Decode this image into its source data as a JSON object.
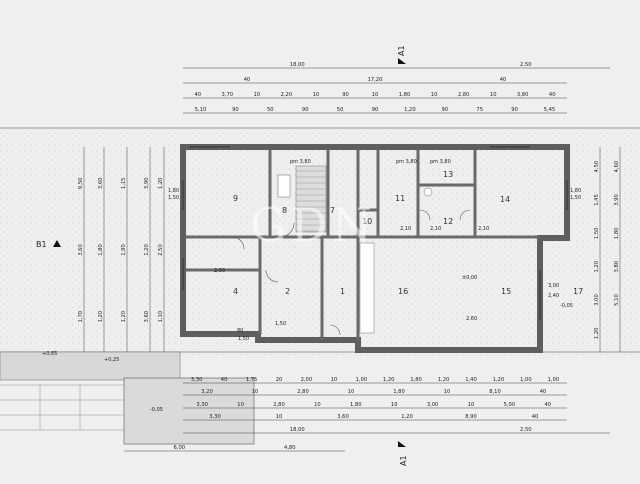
{
  "plan": {
    "watermark": "GDN",
    "sections": {
      "top": "A1",
      "bottom": "A1",
      "left": "B1"
    },
    "rooms": {
      "r9": "9",
      "r8": "8",
      "r7": "7",
      "r10": "10",
      "r11": "11",
      "r12": "12",
      "r13": "13",
      "r14": "14",
      "r4": "4",
      "r2": "2",
      "r1": "1",
      "r16": "16",
      "r15": "15",
      "r17": "17"
    },
    "level_pos": "±0,00",
    "level_neg": "-0,05",
    "level_plus": "+0,25",
    "level_out": "-0,05",
    "level_out2": "+0,65",
    "top_dims": {
      "row1": [
        "18,00",
        "2,50"
      ],
      "row2": [
        "40",
        "17,20",
        "40"
      ],
      "row3": [
        "40",
        "3,70",
        "10",
        "2,20",
        "10",
        "90",
        "10",
        "1,80",
        "10",
        "2,80",
        "10",
        "3,80",
        "40"
      ],
      "row4": [
        "5,10",
        "90",
        "50",
        "90",
        "50",
        "90",
        "1,20",
        "90",
        "75",
        "90",
        "5,45"
      ]
    },
    "bottom_dims": {
      "row1": [
        "3,30",
        "40",
        "1,75",
        "20",
        "2,00",
        "10",
        "1,00",
        "1,20",
        "1,80",
        "1,20",
        "1,40",
        "1,20",
        "1,00",
        "1,00"
      ],
      "row2": [
        "3,20",
        "10",
        "2,80",
        "10",
        "1,80",
        "10",
        "8,10",
        "40"
      ],
      "row3": [
        "3,30",
        "10",
        "2,80",
        "10",
        "1,80",
        "10",
        "3,00",
        "10",
        "5,00",
        "40"
      ],
      "row4": [
        "3,30",
        "10",
        "3,60",
        "1,20",
        "8,90",
        "40"
      ],
      "row5": [
        "18,00",
        "2,50"
      ],
      "row6": [
        "6,00",
        "4,80"
      ]
    },
    "left_dims": [
      "9,50",
      "3,60",
      "1,15",
      "3,90",
      "1,20",
      "3,60",
      "1,80",
      "1,90",
      "1,20",
      "2,50",
      "1,70",
      "1,20",
      "1,20",
      "3,60",
      "1,10"
    ],
    "right_dims": [
      "4,50",
      "4,60",
      "1,45",
      "3,90",
      "1,50",
      "1,80",
      "1,20",
      "3,80",
      "3,00",
      "5,10",
      "1,20"
    ],
    "labels": {
      "pm_a": "pm 3,80",
      "pm_b": "pm 3,80",
      "pm_c": "pm 3,80",
      "win1": "1,80",
      "win1b": "1,50",
      "win2": "1,80",
      "win2b": "1,50",
      "d1": "2,10",
      "d2": "2,10",
      "d3": "2,10",
      "d4": "2,60",
      "d5": "1,50",
      "d6": "3,00",
      "d7": "2,40",
      "d8": "2,60",
      "d9": "1,50",
      "d10": "80"
    }
  },
  "colors": {
    "background": "#efefef",
    "wall": "#6e6e6e",
    "line": "#303030",
    "hatch": "#b9b9b9"
  }
}
